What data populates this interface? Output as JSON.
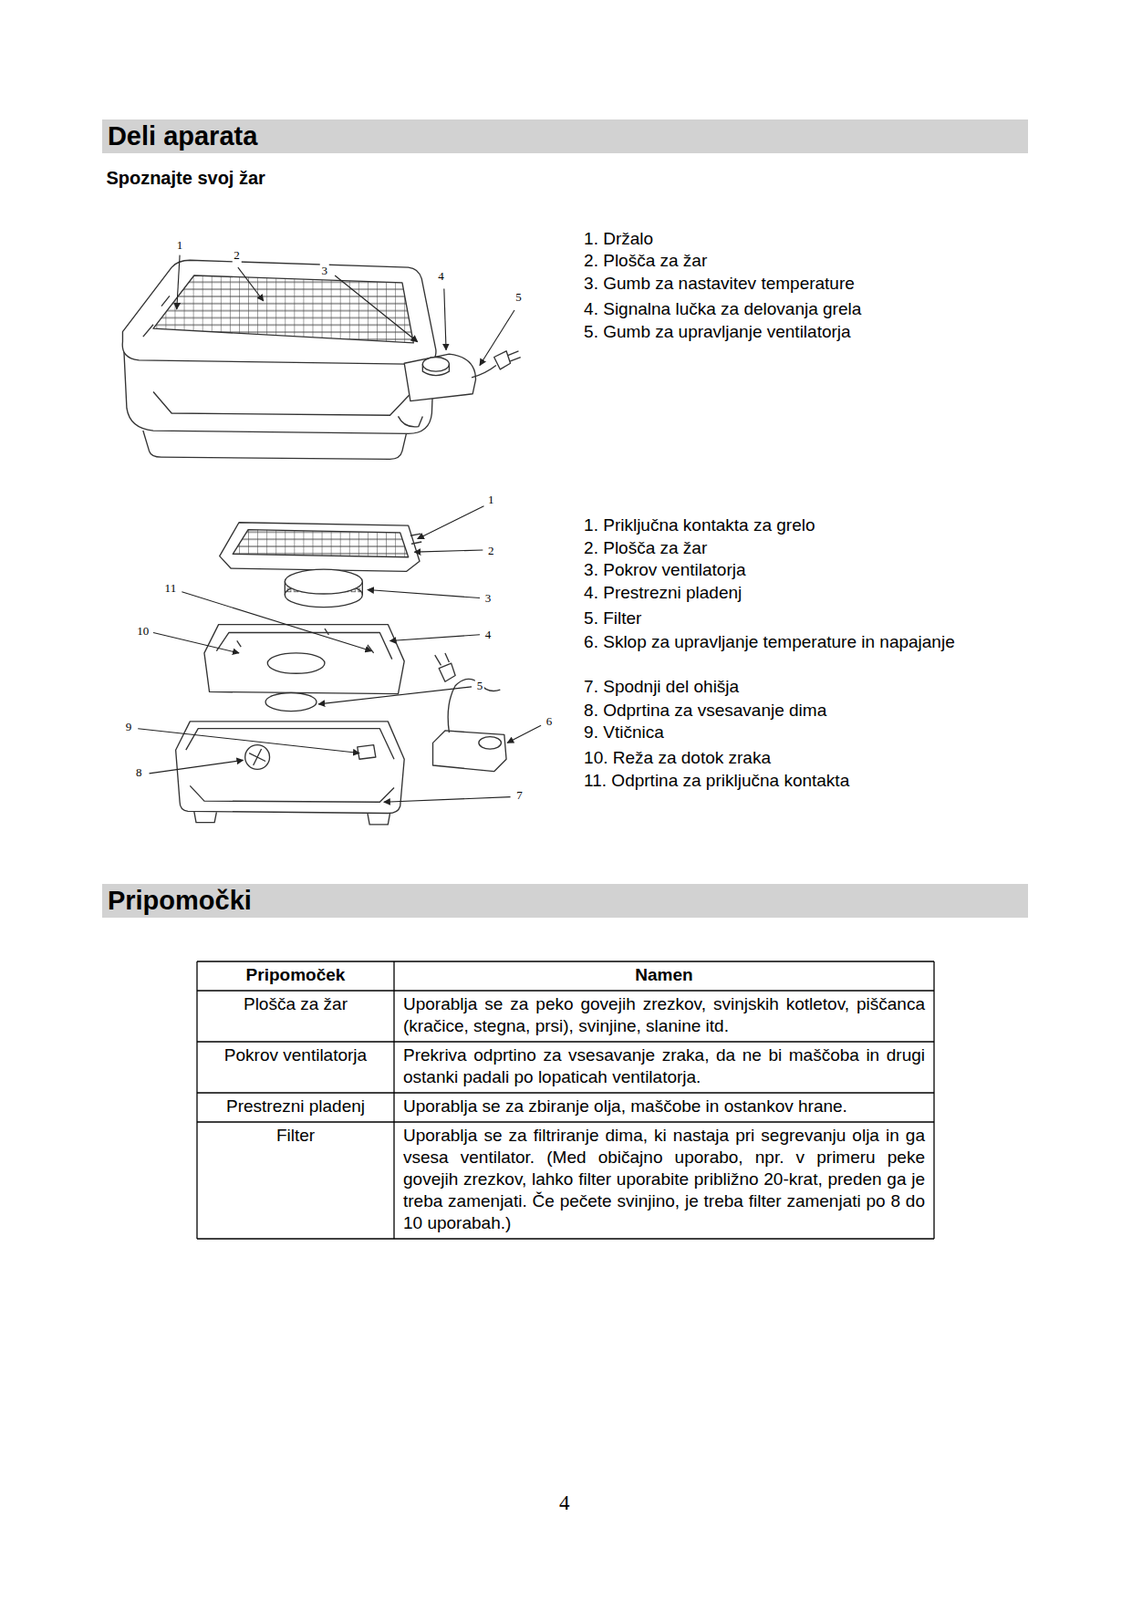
{
  "diagram": {
    "nodes": [
      {
        "text": [
          "Deli aparata"
        ]
      },
      {
        "text": [
          "Pripomočki"
        ]
      }
    ],
    "labels": [
      "Spoznajte svoj žar",
      "1",
      "2",
      "3",
      "4",
      "5",
      "1. Držalo",
      "2. Plošča za žar",
      "3. Gumb za nastavitev temperature",
      "4. Signalna lučka za delovanja grela",
      "5. Gumb za upravljanje ventilatorja",
      "1",
      "2",
      "3",
      "4",
      "5",
      "6",
      "7",
      "8",
      "9",
      "10",
      "11",
      "1. Priključna kontakta za grelo",
      "2. Plošča za žar",
      "3. Pokrov ventilatorja",
      "4. Prestrezni pladenj",
      "5. Filter",
      "6. Sklop za upravljanje temperature in napajanje",
      "7. Spodnji del ohišja",
      "8. Odprtina za vsesavanje dima",
      "9. Vtičnica",
      "10. Reža za dotok zraka",
      "11. Odprtina za priključna kontakta",
      "Pripomoček",
      "Namen",
      "Plošča za žar",
      "Uporablja se za peko govejih zrezkov, svinjskih kotletov, piščanca (kračice, stegna, prsi), svinjine, slanine itd.",
      "Pokrov ventilatorja",
      "Prekriva odprtino za vsesavanje zraka, da ne bi maščoba in drugi ostanki padali po lopaticah ventilatorja.",
      "Prestrezni pladenj",
      "Uporablja se za zbiranje olja, maščobe in ostankov hrane.",
      "Filter",
      "Uporablja se za filtriranje dima, ki nastaja pri segrevanju olja in ga vsesa ventilator. (Med običajno uporabo, npr. v primeru peke govejih zrezkov, lahko filter uporabite približno 20-krat, preden ga je treba zamenjati. Če pečete svinjino, je treba filter zamenjati po 8 do 10 uporabah.)",
      "4"
    ]
  }
}
